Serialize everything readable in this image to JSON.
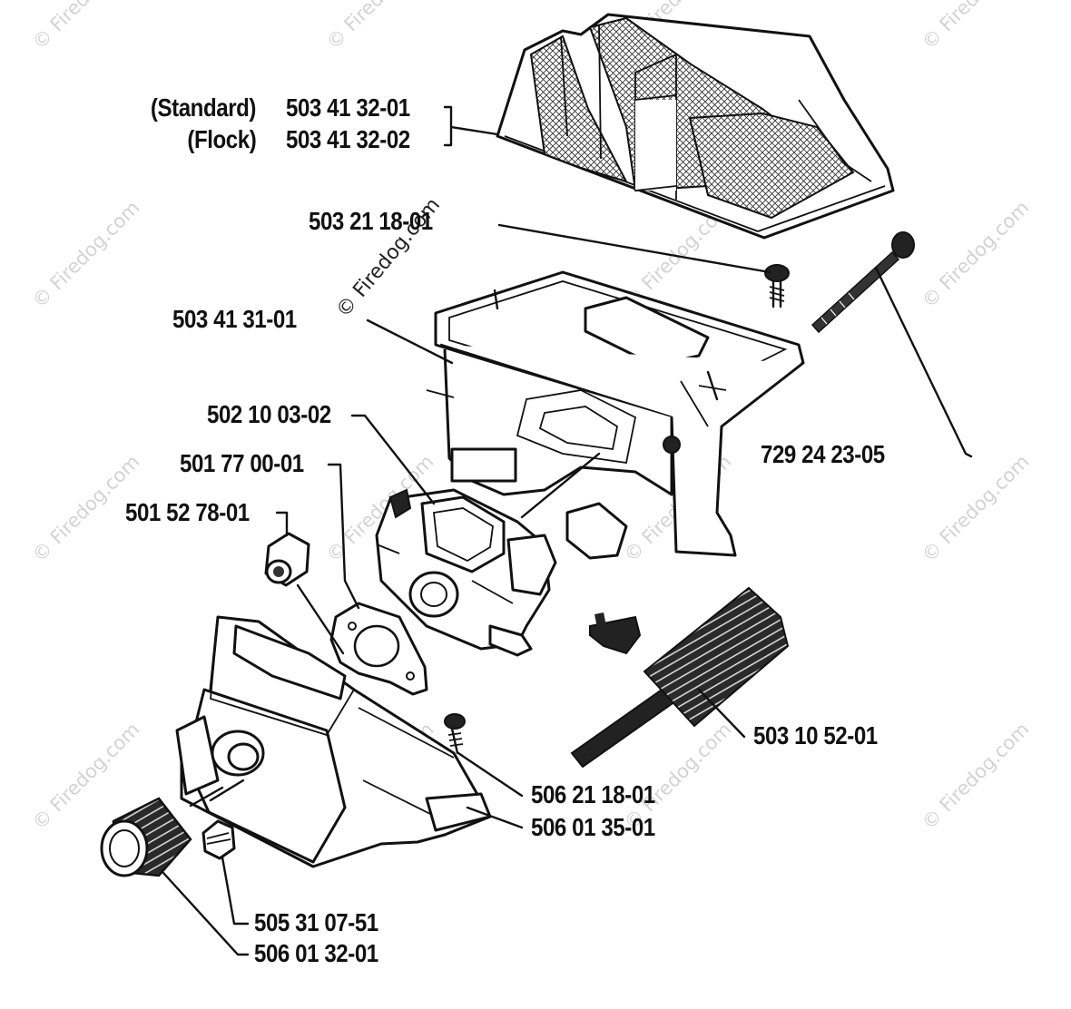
{
  "watermark": {
    "text": "© Firedog.com",
    "inline_text": "© Firedog.com"
  },
  "parts": [
    {
      "id": "air-filter-standard",
      "variant": "(Standard)",
      "number": "503 41 32-01"
    },
    {
      "id": "air-filter-flock",
      "variant": "(Flock)",
      "number": "503 41 32-02"
    },
    {
      "id": "filter-screw",
      "number": "503 21 18-01"
    },
    {
      "id": "carburetor-cover",
      "number": "503 41 31-01"
    },
    {
      "id": "carburetor",
      "number": "502 10 03-02"
    },
    {
      "id": "gasket",
      "number": "501 77 00-01"
    },
    {
      "id": "nut",
      "number": "501 52 78-01"
    },
    {
      "id": "long-bolt",
      "number": "729 24 23-05"
    },
    {
      "id": "throttle-rod",
      "number": "503 10 52-01"
    },
    {
      "id": "intake-screw",
      "number": "506 21 18-01"
    },
    {
      "id": "intake-bracket",
      "number": "506 01 35-01"
    },
    {
      "id": "plug",
      "number": "505 31 07-51"
    },
    {
      "id": "rubber-sleeve",
      "number": "506 01 32-01"
    }
  ]
}
